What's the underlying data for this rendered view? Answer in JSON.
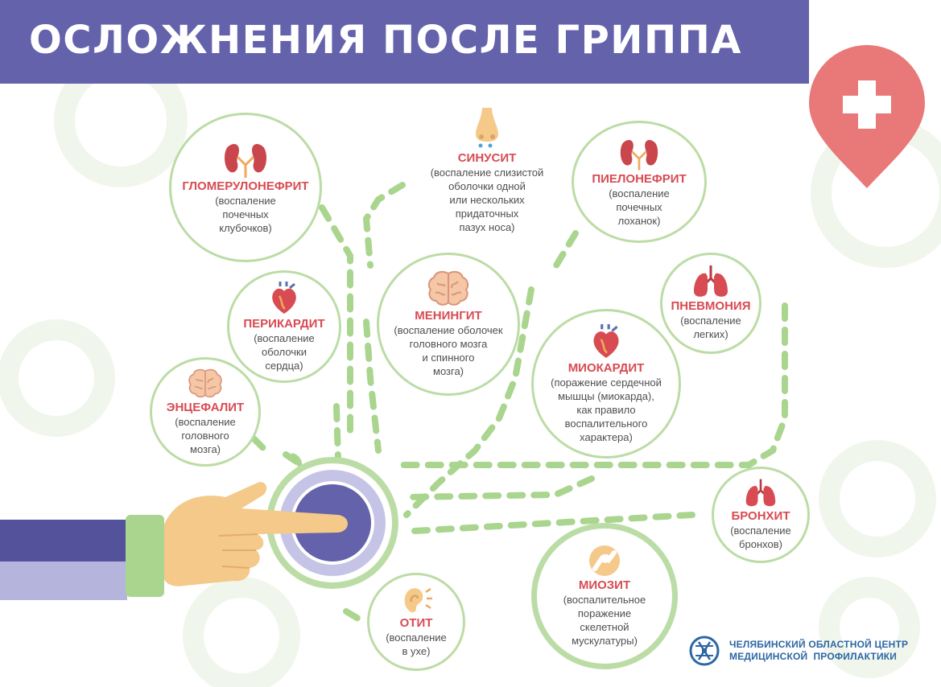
{
  "title": "ОСЛОЖНЕНИЯ ПОСЛЕ ГРИППА",
  "colors": {
    "banner": "#6462ab",
    "accent_red": "#d84b52",
    "pin": "#e97879",
    "ring_green": "#bcdca6",
    "dash_green": "#a9d58e",
    "button_purple": "#6462ab",
    "sleeve_purple": "#55529c",
    "sleeve_lavender": "#b5b4dc",
    "skin": "#f4c989",
    "cuff": "#a9d58e"
  },
  "complications": [
    {
      "id": "glomerulonephritis",
      "icon": "kidneys-icon",
      "name": "ГЛОМЕРУЛОНЕФРИТ",
      "desc": [
        "(воспаление",
        "почечных",
        "клубочков)"
      ]
    },
    {
      "id": "sinusitis",
      "icon": "nose-icon",
      "name": "СИНУСИТ",
      "desc": [
        "(воспаление слизистой",
        "оболочки одной",
        "или нескольких",
        "придаточных",
        "пазух носа)"
      ]
    },
    {
      "id": "pyelonephritis",
      "icon": "kidneys-icon",
      "name": "ПИЕЛОНЕФРИТ",
      "desc": [
        "(воспаление",
        "почечных",
        "лоханок)"
      ]
    },
    {
      "id": "pericarditis",
      "icon": "heart-icon",
      "name": "ПЕРИКАРДИТ",
      "desc": [
        "(воспаление",
        "оболочки",
        "сердца)"
      ]
    },
    {
      "id": "meningitis",
      "icon": "brain-icon",
      "name": "МЕНИНГИТ",
      "desc": [
        "(воспаление оболочек",
        "головного мозга",
        "и спинного",
        "мозга)"
      ]
    },
    {
      "id": "pneumonia",
      "icon": "lungs-icon",
      "name": "ПНЕВМОНИЯ",
      "desc": [
        "(воспаление",
        "легких)"
      ]
    },
    {
      "id": "encephalitis",
      "icon": "brain-icon",
      "name": "ЭНЦЕФАЛИТ",
      "desc": [
        "(воспаление",
        "головного",
        "мозга)"
      ]
    },
    {
      "id": "myocarditis",
      "icon": "heart-icon",
      "name": "МИОКАРДИТ",
      "desc": [
        "(поражение сердечной",
        "мышцы (миокарда),",
        "как правило",
        "воспалительного",
        "характера)"
      ]
    },
    {
      "id": "bronchitis",
      "icon": "lungs-icon",
      "name": "БРОНХИТ",
      "desc": [
        "(воспаление",
        "бронхов)"
      ]
    },
    {
      "id": "myositis",
      "icon": "joint-icon",
      "name": "МИОЗИТ",
      "desc": [
        "(воспалительное",
        "поражение",
        "скелетной",
        "мускулатуры)"
      ]
    },
    {
      "id": "otitis",
      "icon": "ear-icon",
      "name": "ОТИТ",
      "desc": [
        "(воспаление",
        "в ухе)"
      ]
    }
  ],
  "center_button": {
    "icon": "button-icon"
  },
  "medical_pin": {
    "icon": "medical-cross-pin-icon"
  },
  "logo": {
    "icon": "center-emblem-icon",
    "line1": "ЧЕЛЯБИНСКИЙ ОБЛАСТНОЙ ЦЕНТР",
    "line2": "МЕДИЦИНСКОЙ  ПРОФИЛАКТИКИ"
  }
}
